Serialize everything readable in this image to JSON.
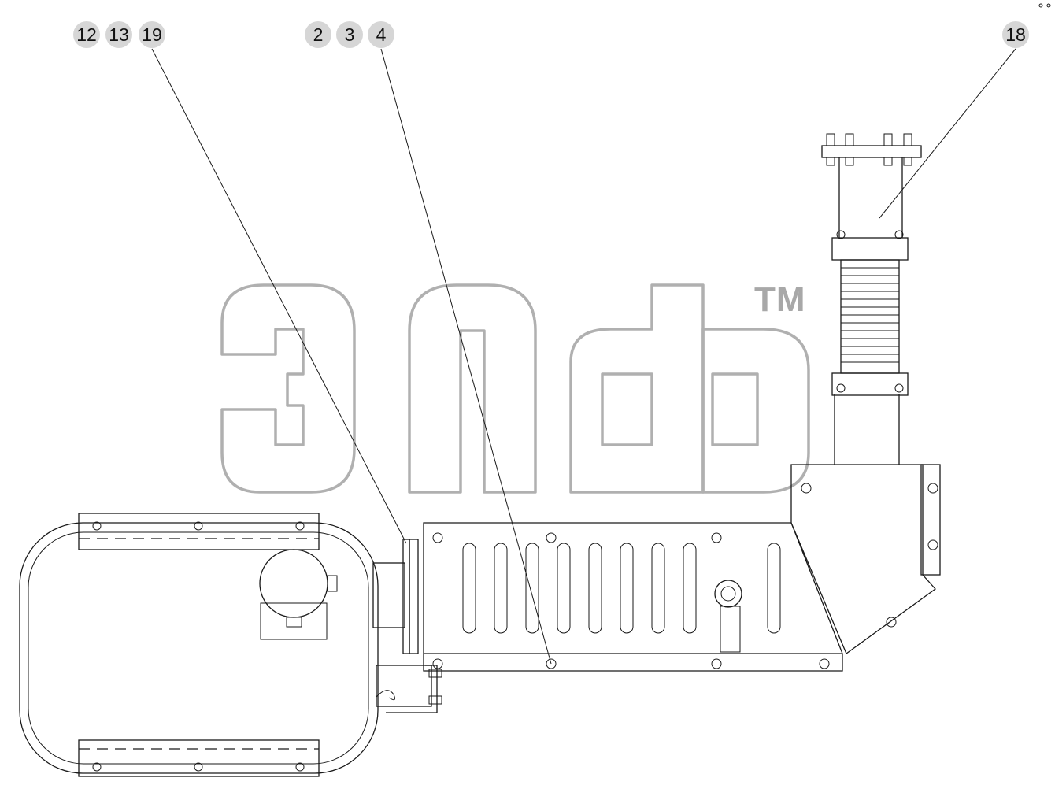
{
  "callouts": [
    {
      "label": "12"
    },
    {
      "label": "13"
    },
    {
      "label": "19"
    },
    {
      "label": "2"
    },
    {
      "label": "3"
    },
    {
      "label": "4"
    },
    {
      "label": "18"
    }
  ],
  "watermark": {
    "trademark": "TM"
  },
  "colors": {
    "line": "#1a1a1a",
    "callout_bg": "#d6d6d6",
    "watermark": "#b0b0b0"
  }
}
